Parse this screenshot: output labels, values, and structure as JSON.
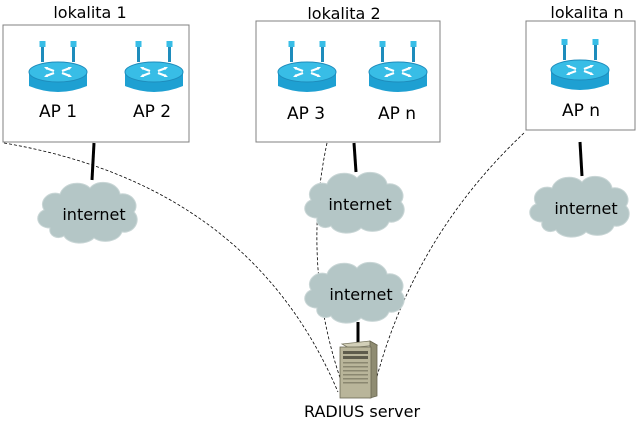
{
  "sites": [
    {
      "title": "lokalita 1",
      "aps": [
        "AP 1",
        "AP 2"
      ]
    },
    {
      "title": "lokalita 2",
      "aps": [
        "AP 3",
        "AP n"
      ]
    },
    {
      "title": "lokalita n",
      "aps": [
        "AP n"
      ]
    }
  ],
  "clouds": [
    "internet",
    "internet",
    "internet",
    "internet"
  ],
  "server": {
    "label": "RADIUS server"
  },
  "colors": {
    "router_body": "#1ea0d2",
    "router_top": "#38bde6",
    "cloud": "#b4c6c6",
    "server_body": "#b9b59a",
    "box_border": "#808080"
  },
  "icons": {
    "ap": "wireless-router-icon",
    "cloud": "cloud-icon",
    "server": "server-icon"
  }
}
